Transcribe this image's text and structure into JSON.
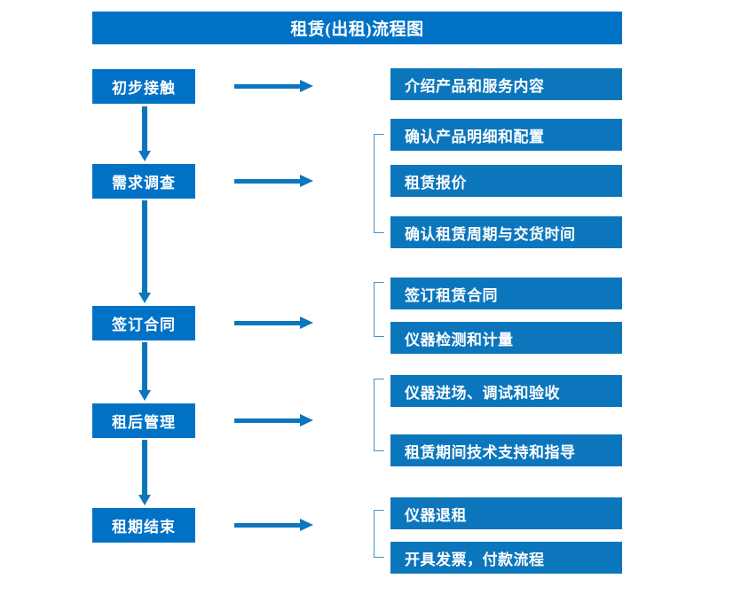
{
  "title": "租赁(出租)流程图",
  "colors": {
    "primary": "#0072c6",
    "box": "#0c76bd",
    "bracket": "#4a90c4",
    "text": "#ffffff",
    "background": "#ffffff"
  },
  "stages": [
    {
      "label": "初步接触"
    },
    {
      "label": "需求调查"
    },
    {
      "label": "签订合同"
    },
    {
      "label": "租后管理"
    },
    {
      "label": "租期结束"
    }
  ],
  "details": [
    {
      "label": "介绍产品和服务内容"
    },
    {
      "label": "确认产品明细和配置"
    },
    {
      "label": "租赁报价"
    },
    {
      "label": "确认租赁周期与交货时间"
    },
    {
      "label": "签订租赁合同"
    },
    {
      "label": "仪器检测和计量"
    },
    {
      "label": "仪器进场、调试和验收"
    },
    {
      "label": "租赁期间技术支持和指导"
    },
    {
      "label": "仪器退租"
    },
    {
      "label": "开具发票，付款流程"
    }
  ]
}
